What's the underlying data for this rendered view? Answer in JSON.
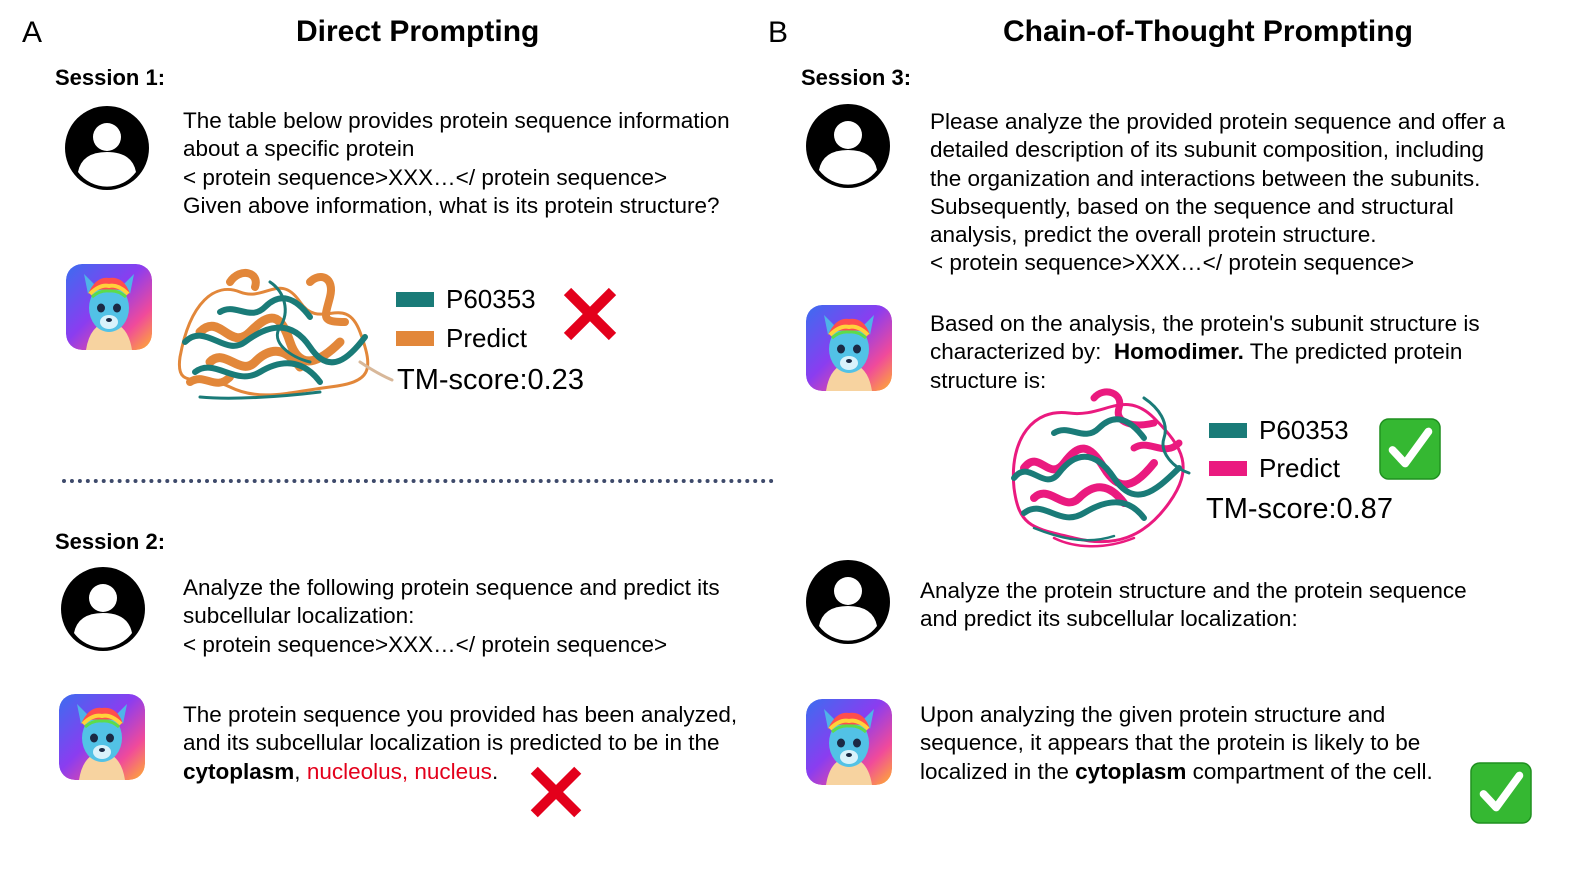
{
  "colors": {
    "reference": "#1a7b78",
    "predict_direct": "#e2873a",
    "predict_cot": "#ea1a7f",
    "wrong": "#e3001b",
    "correct": "#35b832"
  },
  "panelA": {
    "letter": "A",
    "title": "Direct Prompting",
    "session1": {
      "label": "Session 1:",
      "user_lines": [
        "The table below provides protein sequence information",
        "about a specific protein",
        "< protein sequence>XXX…</ protein sequence>",
        "Given above information, what is its protein structure?"
      ],
      "legend": {
        "reference": "P60353",
        "predict": "Predict"
      },
      "tm_score": "TM-score:0.23",
      "result_icon": "cross-icon"
    },
    "session2": {
      "label": "Session 2:",
      "user_lines": [
        "Analyze the following protein sequence and predict its",
        "subcellular localization:",
        "< protein sequence>XXX…</ protein sequence>"
      ],
      "answer_line1": "The protein sequence you provided has been analyzed,",
      "answer_line2": "and its subcellular localization is predicted to be in the",
      "answer_bold": "cytoplasm",
      "answer_comma": ", ",
      "answer_red": "nucleolus, nucleus",
      "answer_end": ".",
      "result_icon": "cross-icon"
    }
  },
  "panelB": {
    "letter": "B",
    "title": "Chain-of-Thought Prompting",
    "session3": {
      "label": "Session 3:",
      "user_lines": [
        "Please analyze the provided protein sequence and offer a",
        "detailed description of its subunit composition, including",
        "the organization and interactions between the subunits.",
        "Subsequently, based on the sequence and structural",
        "analysis, predict the overall protein structure.",
        "< protein sequence>XXX…</ protein sequence>"
      ],
      "answer_line1": "Based on the analysis, the protein's subunit structure is",
      "answer_line2_pre": "characterized by:  ",
      "answer_line2_bold": "Homodimer.",
      "answer_line2_post": " The predicted protein",
      "answer_line3": "structure is:",
      "legend": {
        "reference": "P60353",
        "predict": "Predict"
      },
      "tm_score": "TM-score:0.87",
      "result_icon": "check-icon"
    },
    "followup": {
      "user_lines": [
        "Analyze the protein structure and the protein sequence",
        "and predict its subcellular localization:"
      ],
      "answer_line1": "Upon analyzing the given protein structure and",
      "answer_line2": "sequence, it appears that the protein is likely to be",
      "answer_pre": "localized in the ",
      "answer_bold": "cytoplasm",
      "answer_post": " compartment of the cell.",
      "result_icon": "check-icon"
    }
  }
}
